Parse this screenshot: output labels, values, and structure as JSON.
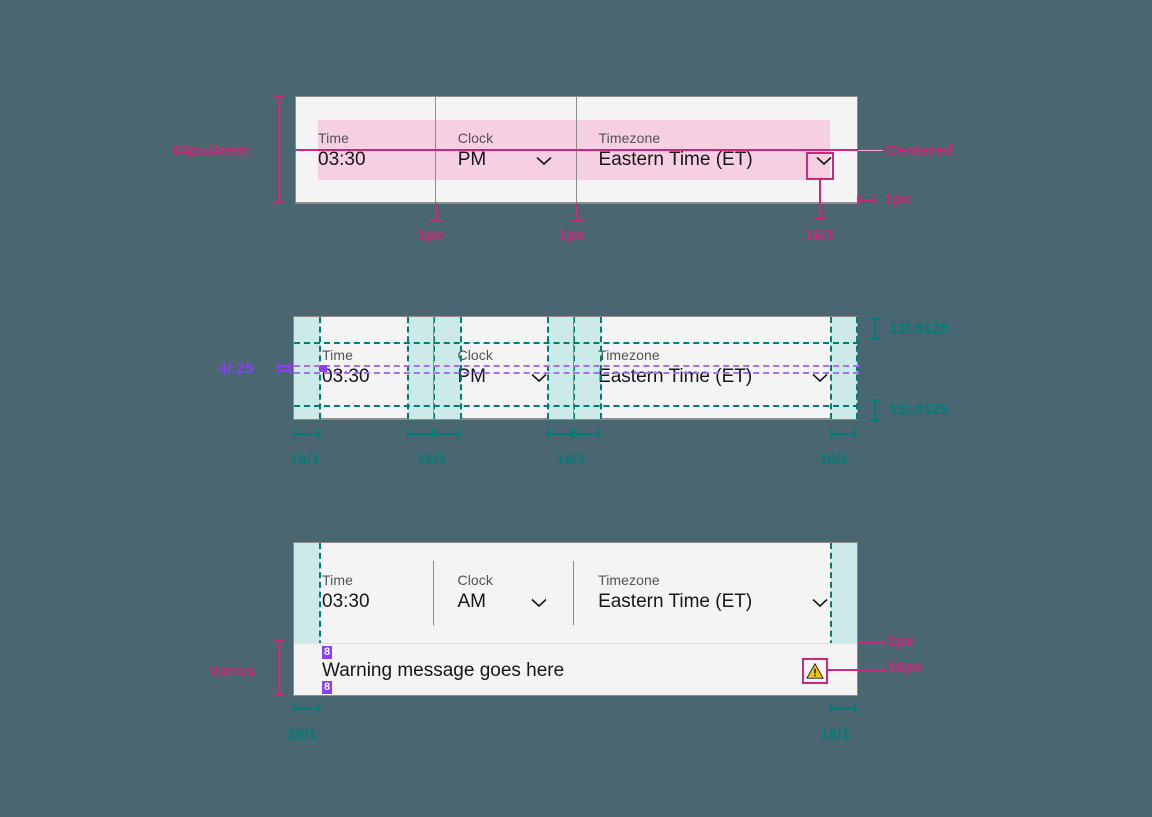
{
  "page": {
    "title": "Time picker spec — anatomy, spacing and states",
    "background_color": "#4a6670",
    "accent_pink": "#d1267b",
    "accent_teal": "#007d79",
    "accent_purple": "#8a3ffc",
    "pink_fill": "#f6cfe2",
    "teal_fill": "#ccebe8",
    "surface": "#f4f4f4",
    "border": "#8d8d8d"
  },
  "fields": {
    "time": {
      "label": "Time",
      "value": "03:30"
    },
    "clock_pm": {
      "label": "Clock",
      "value": "PM",
      "icon": "chevron-down-icon"
    },
    "clock_am": {
      "label": "Clock",
      "value": "AM",
      "icon": "chevron-down-icon"
    },
    "timezone": {
      "label": "Timezone",
      "value": "Eastern Time (ET)",
      "icon": "chevron-down-icon"
    }
  },
  "diagram_one": {
    "name": "height-and-rules-spec",
    "height_label": "64px/4rem",
    "centered_label": "Centered",
    "border_right_label": "1px",
    "divider_one_label": "1px",
    "divider_two_label": "1px",
    "chevron_label": "16/1"
  },
  "diagram_two": {
    "name": "padding-grid-spec",
    "baseline_label": "4/.25",
    "top_pad_label": "13/.8125",
    "bottom_pad_label": "13/.8125",
    "pad_left_label": "16/1",
    "pad_gap_one_label": "16/1",
    "pad_gap_two_label": "16/1",
    "pad_right_label": "16/1"
  },
  "diagram_three": {
    "name": "warning-state-spec",
    "varies_label": "Varies",
    "divider_label": "1px",
    "icon_size_label": "16px",
    "pad_left_label": "16/1",
    "pad_right_label": "16/1",
    "warning_message": "Warning message goes here",
    "warning_icon": "warning-triangle-icon",
    "spacing_top_badge": "8",
    "spacing_bottom_badge": "8"
  }
}
